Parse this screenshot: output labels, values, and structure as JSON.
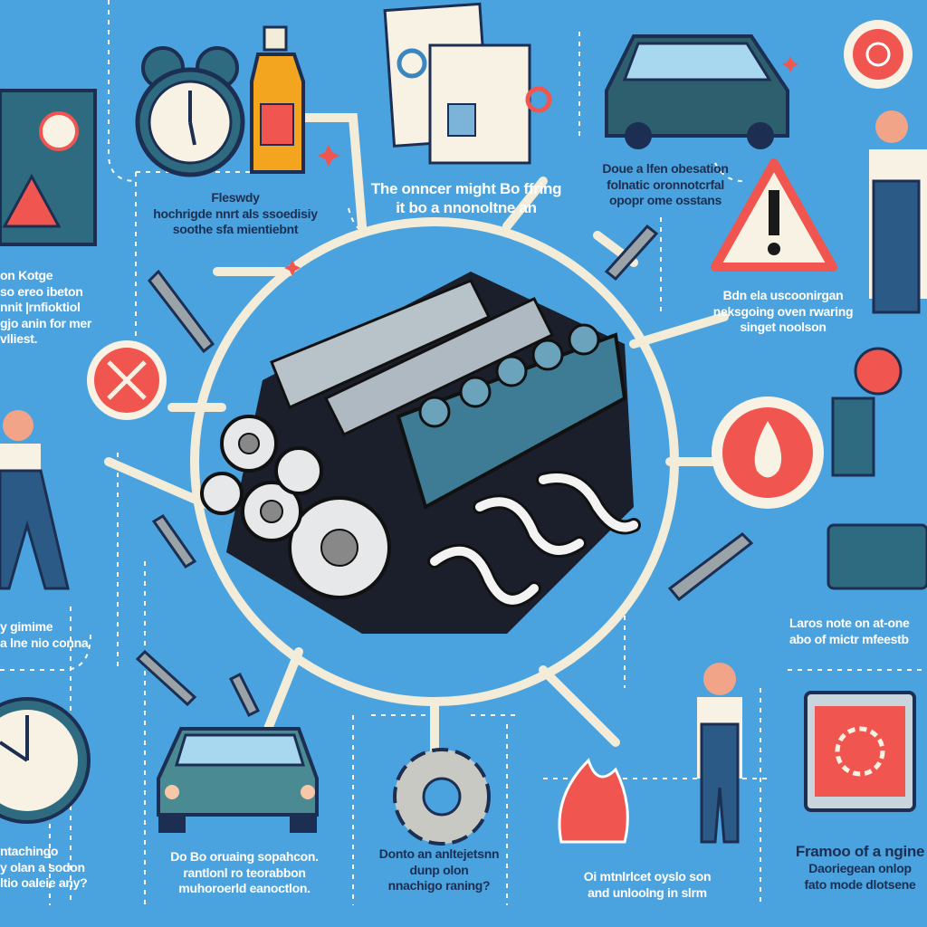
{
  "title": "Engine troubleshooting infographic",
  "colors": {
    "background": "#4aa3df",
    "accent_red": "#f0564f",
    "cream": "#f3ecd8",
    "navy": "#1c2f52"
  },
  "captions": [
    {
      "id": "clock-caption",
      "lines": [
        "Fleswdy",
        "hochrigde nnrt als ssoedisiy",
        "soothe sfa mientiebnt"
      ]
    },
    {
      "id": "documents-caption",
      "lines": [
        "The onncer might Bo ffring",
        "it bo a nnonoltne an"
      ]
    },
    {
      "id": "van-caption",
      "lines": [
        "Doue a lfen obesation",
        "folnatic oronnotcrfal",
        "opopr ome osstans"
      ]
    },
    {
      "id": "warning-caption",
      "lines": [
        "Bdn ela uscoonirgan",
        "neksgoing oven rwaring",
        "singet noolson"
      ]
    },
    {
      "id": "left-top-caption",
      "lines": [
        "on Kotge",
        "so ereo ibeton",
        "nnit |rnfioktiol",
        "gjo anin for mer",
        "vlliest."
      ]
    },
    {
      "id": "left-mid-caption",
      "lines": [
        "y gimime",
        "a lne nio conna"
      ]
    },
    {
      "id": "right-mid-caption",
      "lines": [
        "Laros note on at-one",
        "abo of mictr mfeestb"
      ]
    },
    {
      "id": "bottom-clock-caption",
      "lines": [
        "ntachingo",
        "y olan a sodon",
        "ltio oaleie any?"
      ]
    },
    {
      "id": "car-caption",
      "lines": [
        "Do Bo oruaing sopahcon.",
        "rantlonl ro teorabbon",
        "muhoroerld eanoctlon."
      ]
    },
    {
      "id": "gear-caption",
      "lines": [
        "Donto an anltejetsnn",
        "dunp olon",
        "nnachigo raning?"
      ]
    },
    {
      "id": "fire-caption",
      "lines": [
        "Oi mtnlrlcet oyslo son",
        "and unloolng in slrm"
      ]
    },
    {
      "id": "panel-caption",
      "lines": [
        "Framoo of a ngine",
        "Daoriegean onlop",
        "fato mode dlotsene"
      ]
    }
  ],
  "icons": [
    "engine",
    "alarm-clock",
    "oil-bottle",
    "documents",
    "van",
    "warning-triangle",
    "mechanic",
    "wrench",
    "gear",
    "car",
    "flame-badge",
    "fire",
    "control-panel",
    "wall-clock"
  ]
}
